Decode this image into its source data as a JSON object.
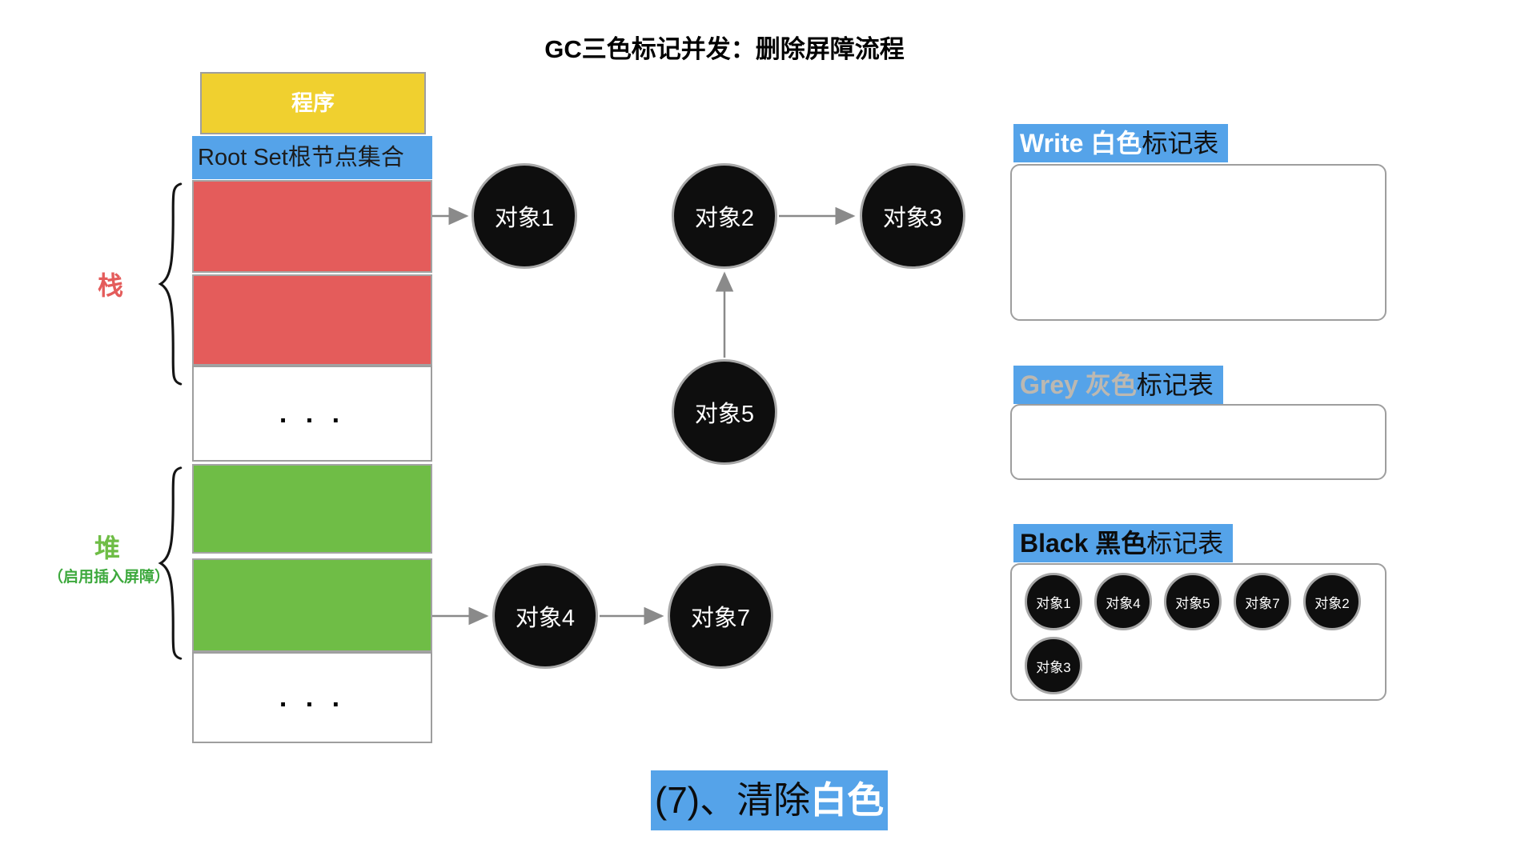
{
  "title": "GC三色标记并发：删除屏障流程",
  "memory": {
    "program_label": "程序",
    "root_set_label": "Root Set根节点集合",
    "stack_label": "栈",
    "heap_label": "堆",
    "heap_note": "（启用插入屏障）",
    "ellipsis": ". . ."
  },
  "graph": {
    "nodes": [
      {
        "id": "obj1",
        "label": "对象1"
      },
      {
        "id": "obj2",
        "label": "对象2"
      },
      {
        "id": "obj3",
        "label": "对象3"
      },
      {
        "id": "obj5",
        "label": "对象5"
      },
      {
        "id": "obj4",
        "label": "对象4"
      },
      {
        "id": "obj7",
        "label": "对象7"
      }
    ],
    "edges": [
      {
        "from": "root-set-stack",
        "to": "对象1"
      },
      {
        "from": "对象2",
        "to": "对象3"
      },
      {
        "from": "对象5",
        "to": "对象2"
      },
      {
        "from": "heap",
        "to": "对象4"
      },
      {
        "from": "对象4",
        "to": "对象7"
      }
    ]
  },
  "tables": {
    "white": {
      "title_highlight": "Write 白色",
      "title_rest": "标记表",
      "items": []
    },
    "grey": {
      "title_highlight": "Grey 灰色",
      "title_rest": "标记表",
      "items": []
    },
    "black": {
      "title_highlight": "Black 黑色",
      "title_rest": "标记表",
      "items": [
        "对象1",
        "对象4",
        "对象5",
        "对象7",
        "对象2",
        "对象3"
      ]
    }
  },
  "caption": {
    "step": "(7)、清除",
    "highlight": "白色"
  },
  "colors": {
    "accent_blue": "#55A3E9",
    "stack_red": "#E45C5B",
    "heap_green": "#6FBD46",
    "program_yellow": "#F0D02F",
    "node_black": "#0E0E0E",
    "grey_text": "#BCB8B1",
    "arrow_gray": "#8A8A8A",
    "border_gray": "#9E9E9E"
  }
}
